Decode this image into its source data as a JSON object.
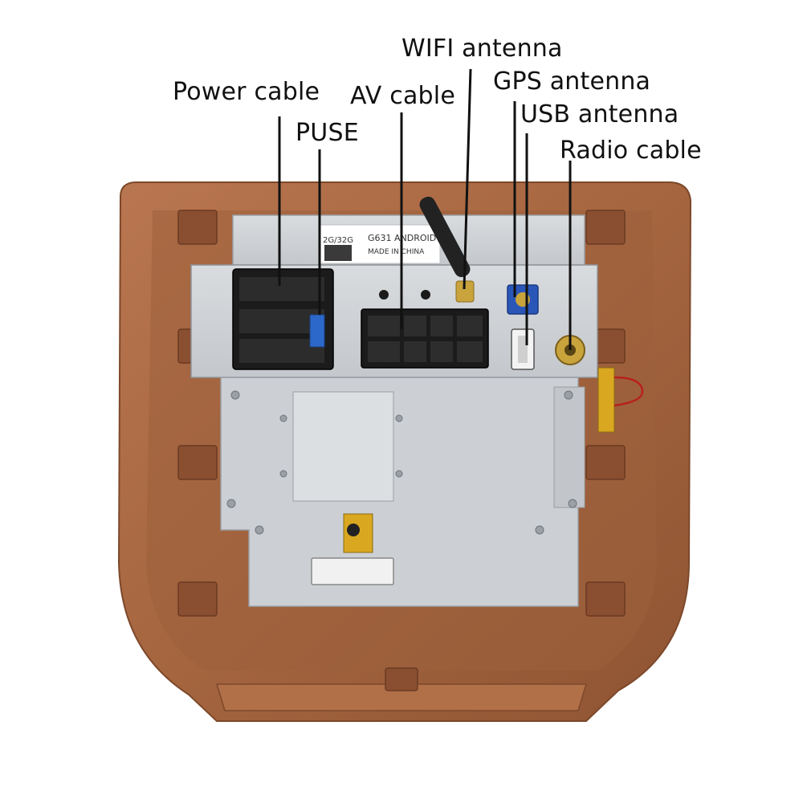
{
  "labels": {
    "wifi_antenna": "WIFI antenna",
    "gps_antenna": "GPS antenna",
    "power_cable": "Power cable",
    "av_cable": "AV cable",
    "usb_antenna": "USB antenna",
    "puse": "PUSE",
    "radio_cable": "Radio cable"
  },
  "unit_sticker": {
    "memory": "2G/32G",
    "model": "G631 ANDROID",
    "origin": "MADE IN CHINA"
  },
  "colors": {
    "panel": "#a86a46",
    "metal": "#cfd2d6",
    "connector": "#1b1b1b",
    "gps_connector": "#2a56b8",
    "leader_line": "#111111"
  }
}
